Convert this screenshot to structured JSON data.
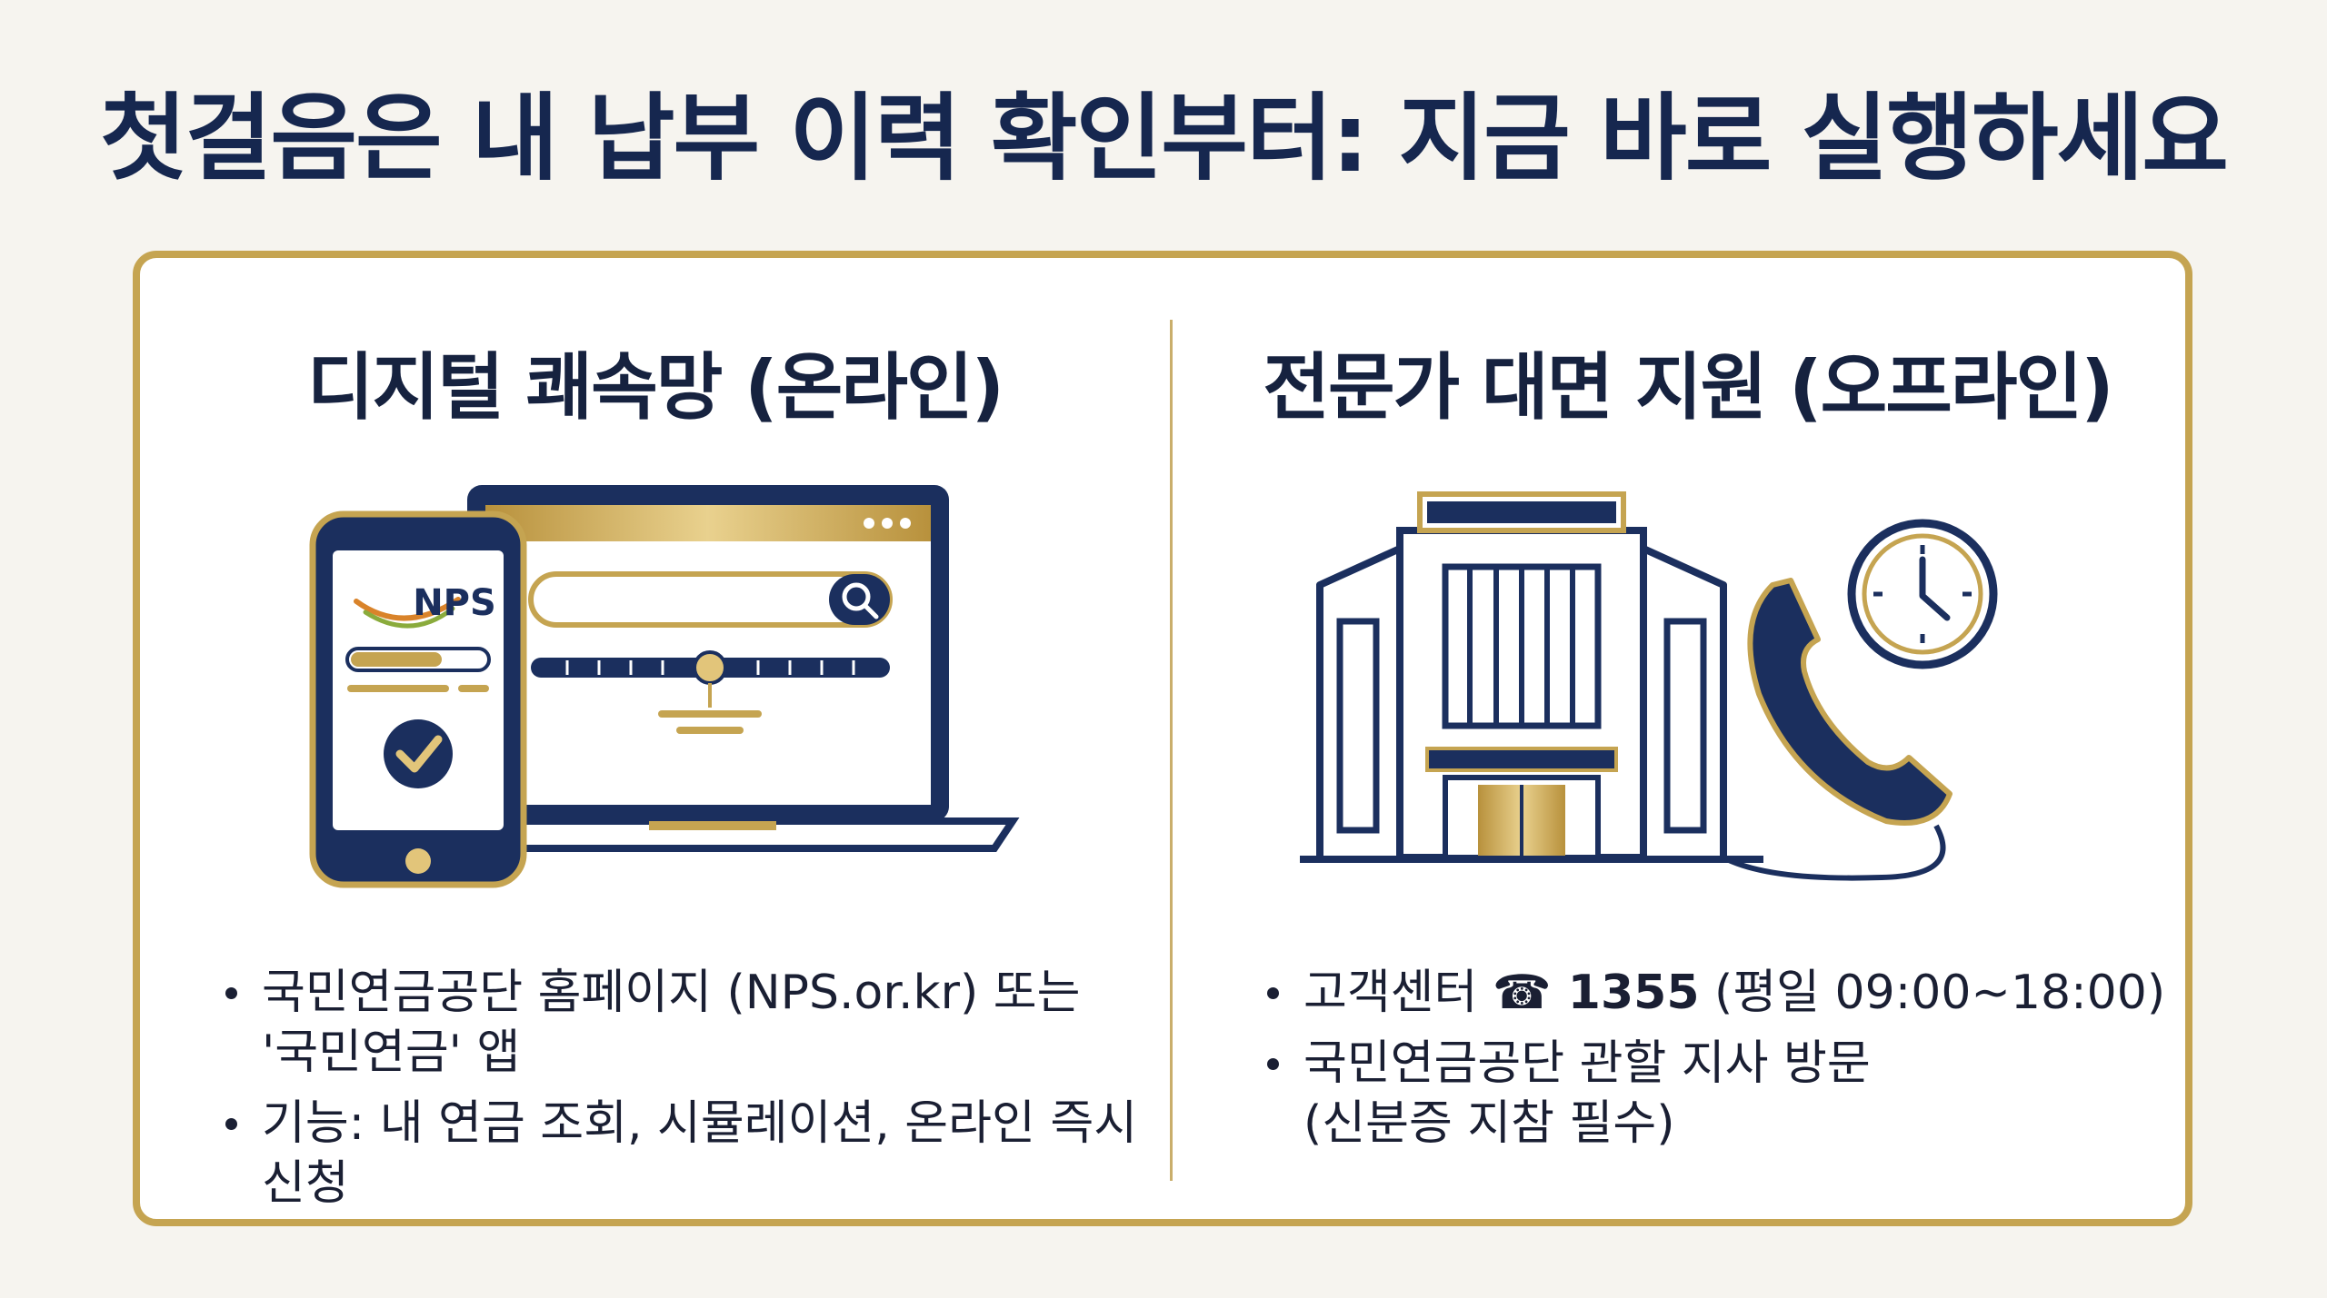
{
  "title": "첫걸음은 내 납부 이력 확인부터: 지금 바로 실행하세요",
  "online": {
    "heading": "디지털 쾌속망 (온라인)",
    "phone_brand": "NPS",
    "bullets": [
      {
        "line1": "국민연금공단 홈페이지 (NPS.or.kr) 또는",
        "line2": "'국민연금' 앱"
      },
      {
        "line1": "기능: 내 연금 조회, 시뮬레이션, 온라인 즉시",
        "line2": "신청"
      }
    ]
  },
  "offline": {
    "heading": "전문가 대면 지원 (오프라인)",
    "bullets": [
      {
        "prefix": "고객센터 ",
        "phone_glyph": "☎",
        "phone_number": " 1355",
        "suffix": " (평일 09:00~18:00)"
      },
      {
        "line1": "국민연금공단 관할 지사 방문",
        "line2": "(신분증 지참 필수)"
      }
    ]
  },
  "colors": {
    "navy": "#1b2f5e",
    "gold": "#c5a451",
    "background": "#f6f4ef"
  }
}
